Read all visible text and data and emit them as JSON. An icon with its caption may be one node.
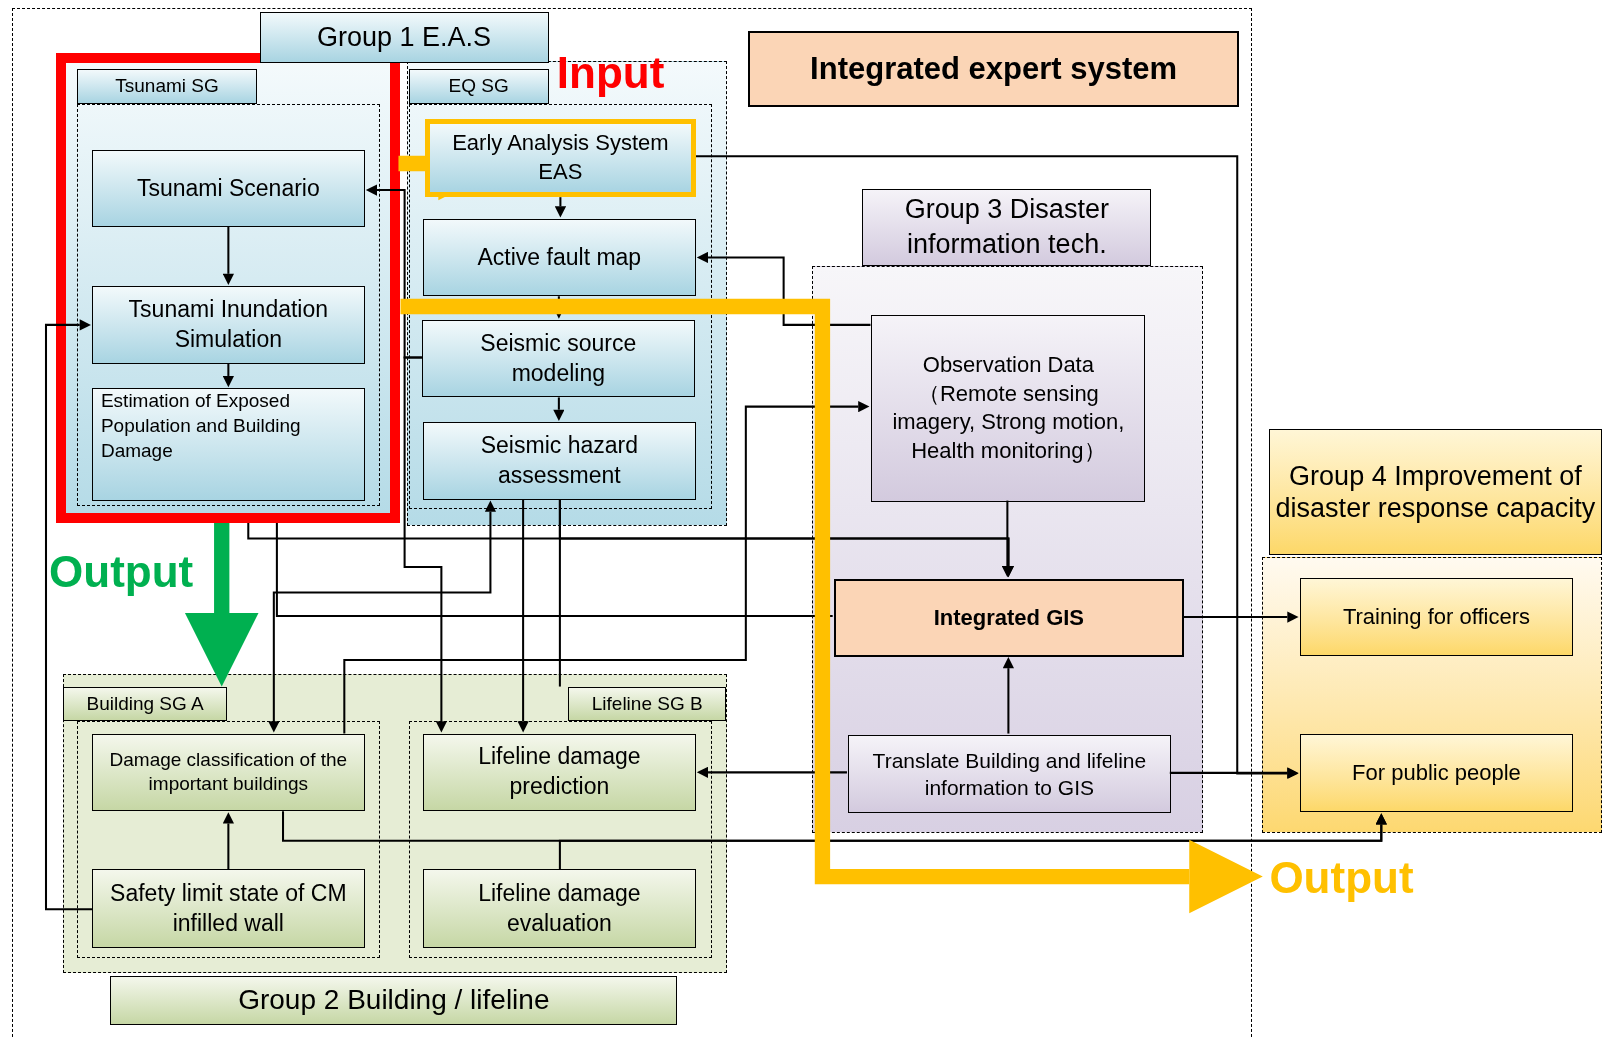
{
  "diagram": {
    "nodes": [
      {
        "text": [
          "Integrated expert system"
        ]
      },
      {
        "text": [
          "Group 1 E.A.S"
        ]
      },
      {
        "text": [
          "Tsunami SG"
        ]
      },
      {
        "text": [
          "Tsunami Scenario"
        ],
        "in": 2
      },
      {
        "text": [
          "Tsunami Inundation Simulation"
        ],
        "in": 2
      },
      {
        "text": [
          "Estimation of Exposed Population and Building Damage"
        ],
        "in": 2
      },
      {
        "text": [
          "EQ SG"
        ]
      },
      {
        "text": [
          "Early Analysis System EAS"
        ],
        "in": 6
      },
      {
        "text": [
          "Active fault map"
        ],
        "in": 6
      },
      {
        "text": [
          "Seismic source modeling"
        ],
        "in": 6
      },
      {
        "text": [
          "Seismic hazard assessment"
        ],
        "in": 6
      },
      {
        "text": [
          "Group 3 Disaster information tech."
        ]
      },
      {
        "text": [
          "Observation Data （Remote sensing imagery, Strong motion, Health monitoring）"
        ],
        "in": 26
      },
      {
        "text": [
          "Integrated GIS"
        ],
        "in": 26
      },
      {
        "text": [
          "Translate Building and lifeline information to GIS"
        ],
        "in": 26
      },
      {
        "text": [
          "Group 4 Improvement of disaster response capacity"
        ]
      },
      {
        "text": [
          "Training for officers"
        ],
        "in": 15
      },
      {
        "text": [
          "For public people"
        ],
        "in": 15
      },
      {
        "text": [
          "Group 2 Building / lifeline"
        ]
      },
      {
        "text": [
          "Building SG A"
        ],
        "in": 18
      },
      {
        "text": [
          "Damage classification of the important buildings"
        ],
        "in": 19
      },
      {
        "text": [
          "Safety limit state of CM infilled wall"
        ],
        "in": 19
      },
      {
        "text": [
          "Lifeline SG B"
        ],
        "in": 18
      },
      {
        "text": [
          "Lifeline damage prediction"
        ],
        "in": 22
      },
      {
        "text": [
          "Lifeline damage evaluation"
        ],
        "in": 22
      },
      {
        "text": [
          "Output"
        ]
      },
      {
        "text": [],
        "shape": "box"
      }
    ],
    "edges": [
      {
        "from": 7,
        "to": 8,
        "arrow": "to"
      },
      {
        "from": 8,
        "to": 9,
        "arrow": "to"
      },
      {
        "from": 9,
        "to": 10,
        "arrow": "to"
      },
      {
        "from": 3,
        "to": 4,
        "arrow": "to"
      },
      {
        "from": 4,
        "to": 5,
        "arrow": "to"
      },
      {
        "from": 21,
        "to": 20,
        "arrow": "to"
      },
      {
        "from": 7,
        "to": 3,
        "arrow": "to",
        "style": "thick",
        "color": "#ffc000"
      },
      {
        "from": 9,
        "to": 3,
        "arrow": "to"
      },
      {
        "from": 9,
        "to": 23,
        "arrow": "to"
      },
      {
        "from": 21,
        "to": 4,
        "arrow": "to"
      },
      {
        "from": 12,
        "to": 8,
        "arrow": "to"
      },
      {
        "from": 12,
        "to": 13,
        "arrow": "to"
      },
      {
        "from": 10,
        "to": 13,
        "arrow": "to"
      },
      {
        "from": 2,
        "to": 13,
        "arrow": "to"
      },
      {
        "from": 2,
        "to": 13,
        "arrow": "none"
      },
      {
        "from": 10,
        "to": 23,
        "arrow": "to"
      },
      {
        "from": 10,
        "to": 22,
        "arrow": "none"
      },
      {
        "from": 20,
        "to": 10,
        "arrow": "both"
      },
      {
        "from": 20,
        "to": 12,
        "arrow": "to"
      },
      {
        "from": 13,
        "to": 16,
        "arrow": "to"
      },
      {
        "from": 14,
        "to": 13,
        "arrow": "to"
      },
      {
        "from": 14,
        "to": 17,
        "arrow": "to"
      },
      {
        "from": 14,
        "to": 23,
        "arrow": "to"
      },
      {
        "from": 7,
        "to": 17,
        "arrow": "to"
      },
      {
        "from": 20,
        "to": 17,
        "arrow": "to"
      },
      {
        "from": 24,
        "to": 17,
        "arrow": "to"
      },
      {
        "from": 2,
        "to": 19,
        "arrow": "to",
        "style": "thick",
        "color": "#00b050",
        "label": "Output"
      },
      {
        "from": 2,
        "to": 25,
        "arrow": "to",
        "style": "thick",
        "color": "#ffc000"
      }
    ],
    "labels": [
      "Input"
    ]
  }
}
